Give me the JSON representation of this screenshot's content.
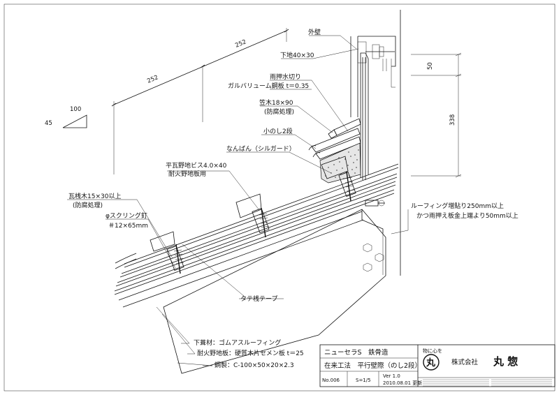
{
  "dimensions": {
    "slope_run": "100",
    "slope_rise": "45",
    "tile_pitch_a": "252",
    "tile_pitch_b": "252",
    "dim_50": "50",
    "dim_338": "338"
  },
  "labels": {
    "outer_wall": "外壁",
    "batten_40x30": "下地40×30",
    "flashing_line1": "雨押水切り",
    "flashing_line2": "ガルバリューム鋼板 t＝0.35",
    "kasagi_line1": "笠木18×90",
    "kasagi_line2": "(防腐処理)",
    "konoshi": "小のし2段",
    "nanban": "なんばん（シルガード）",
    "screw_line1": "平瓦野地ビス4.0×40",
    "screw_line2": "耐火野地板用",
    "tile_batten_line1": "瓦桟木15×30以上",
    "tile_batten_line2": "(防腐処理)",
    "ring_nail_line1": "φスクリング釘",
    "ring_nail_line2": "＃12×65mm",
    "roofing_note_line1": "ルーフィング増貼り250mm以上",
    "roofing_note_line2": "かつ雨押え板金上端より50mm以上",
    "tape": "タテ桟テープ",
    "underlay": "下葺材：ゴムアスルーフィング",
    "sheathing": "耐火野地板：硬質木片セメン板 t＝25",
    "steel": "鋼製：C-100×50×20×2.3"
  },
  "title_block": {
    "product": "ニューセラS　鉄骨造",
    "method": "在来工法　平行壁際（のし2段）",
    "drawing_no": "No.006",
    "scale": "S=1/5",
    "version": "Ver 1.0",
    "date": "2010.08.01 更新",
    "motto": "物に心を",
    "logo_char": "丸",
    "company_prefix": "株式会社",
    "company_name": "丸 惣"
  }
}
